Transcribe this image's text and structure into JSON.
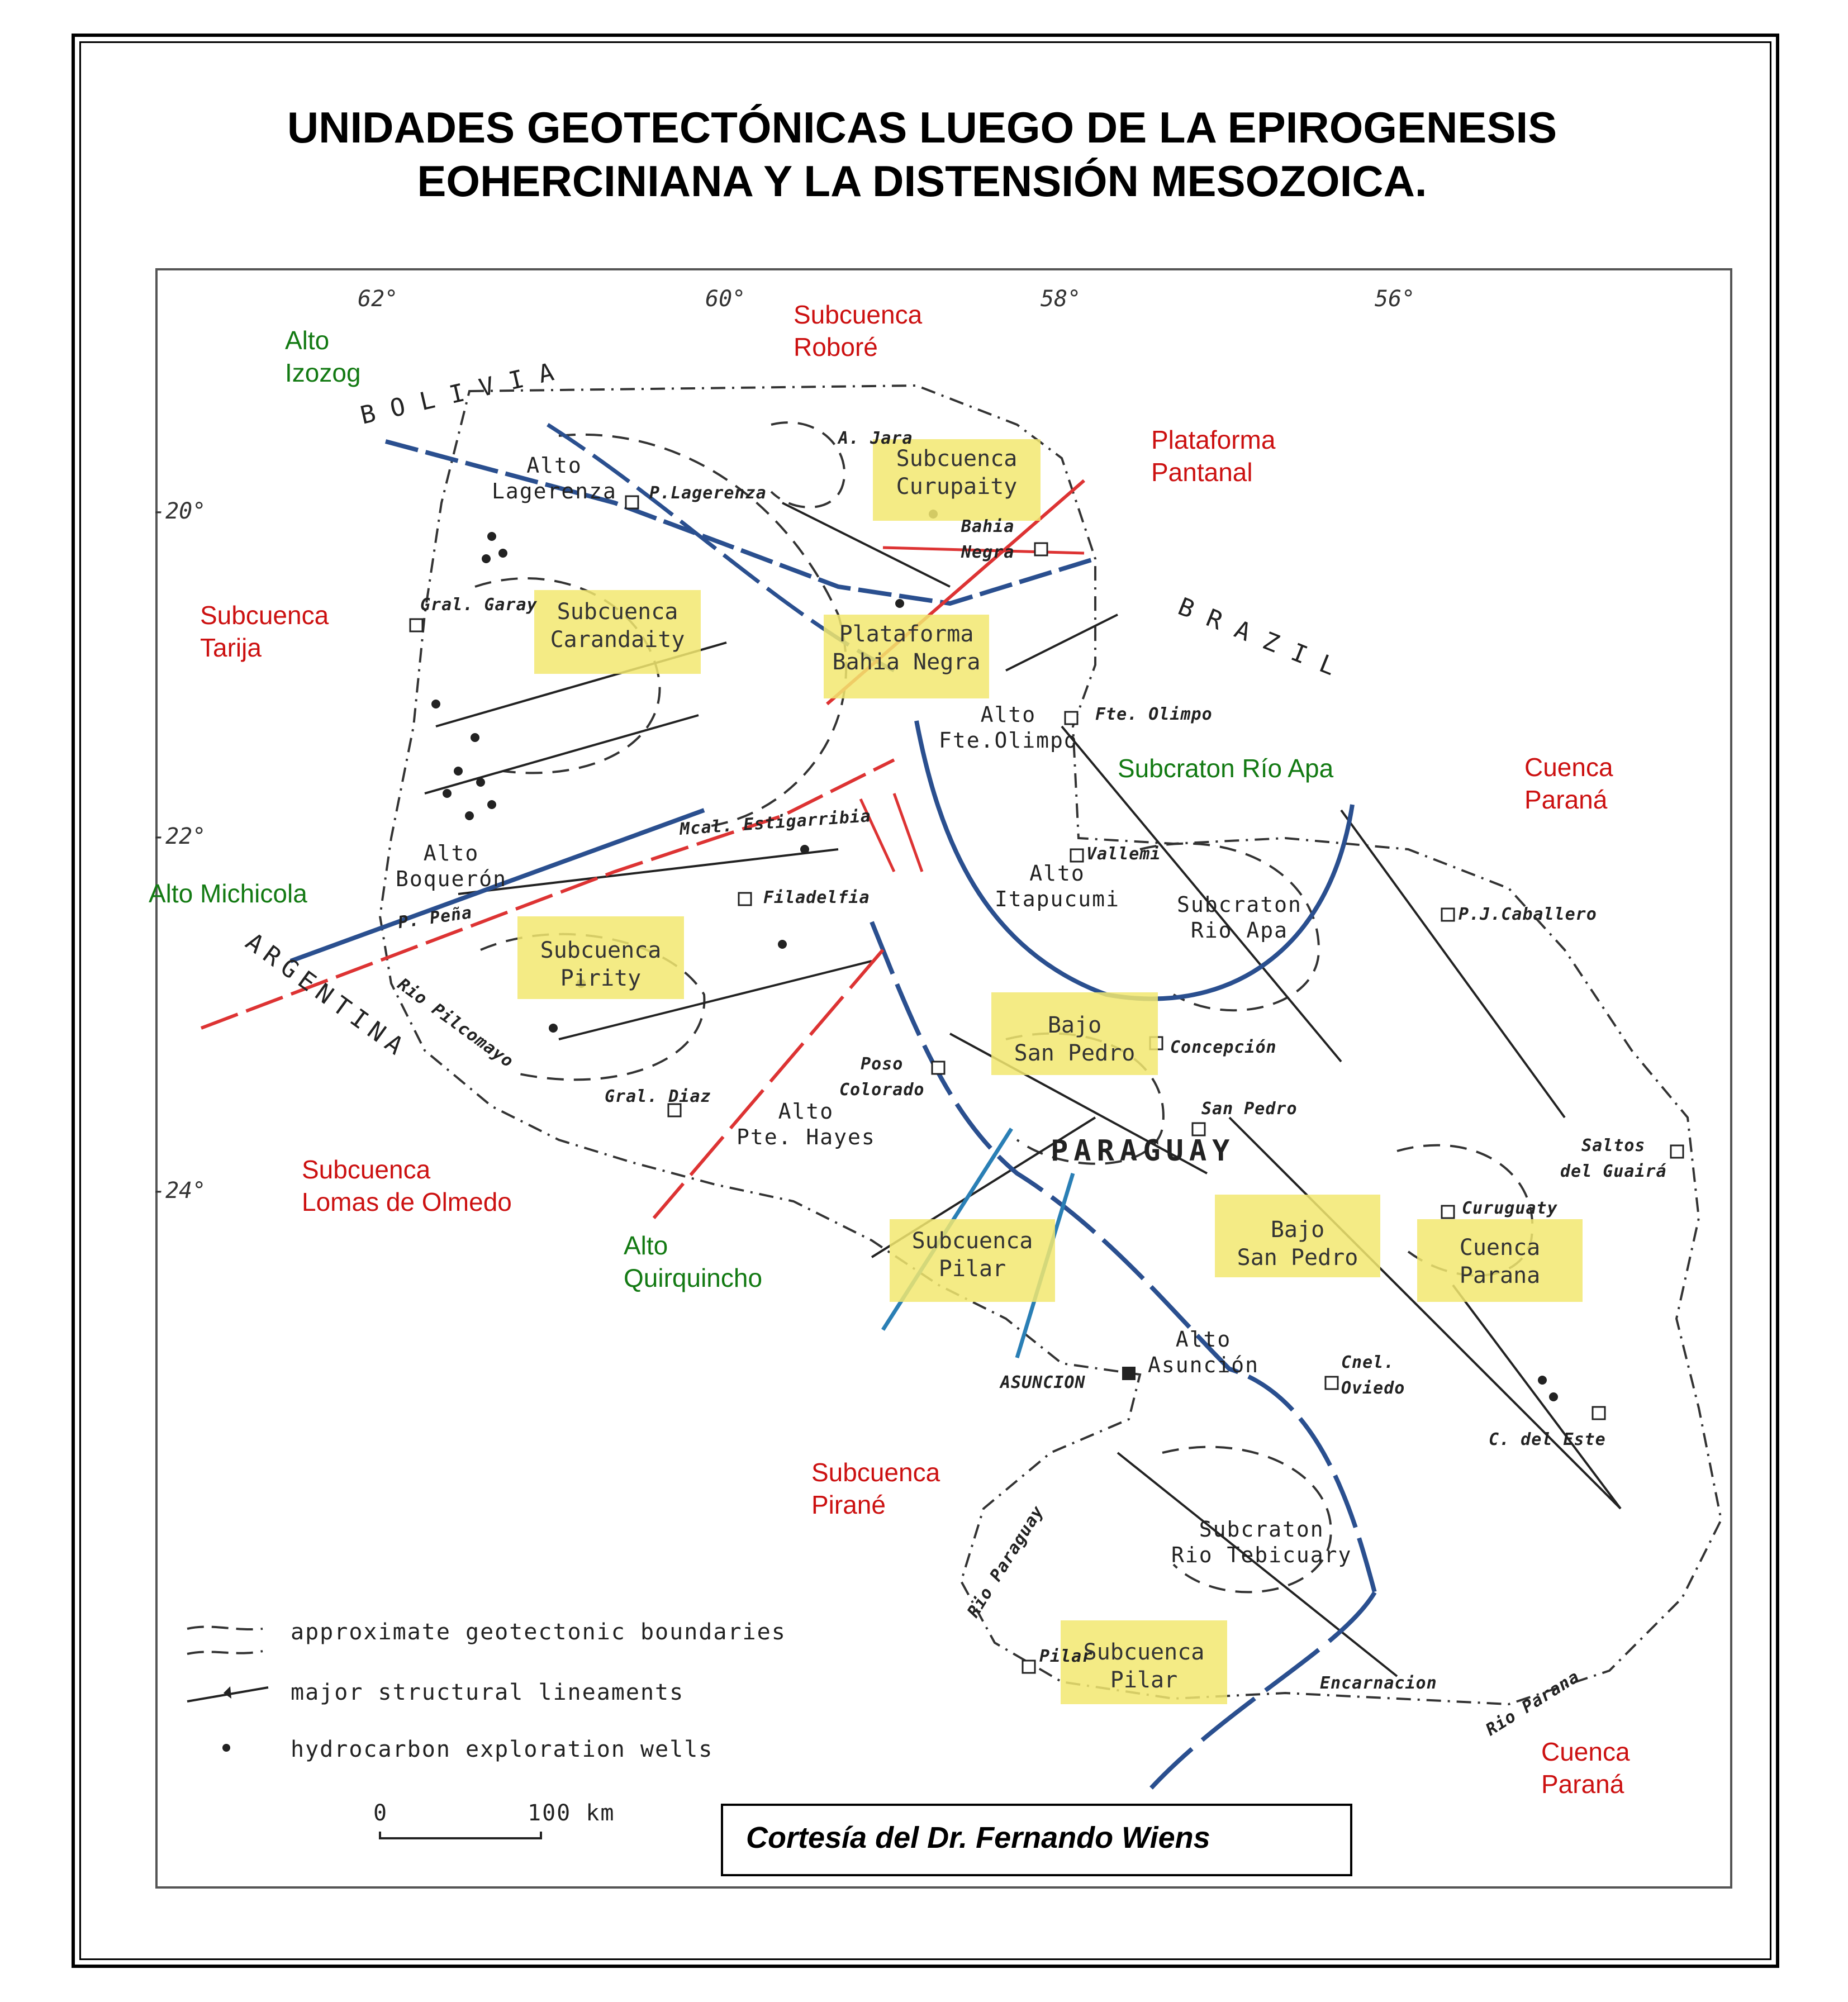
{
  "title": {
    "line1": "UNIDADES GEOTECTÓNICAS LUEGO DE LA EPIROGENESIS",
    "line2": "EOHERCINIANA Y LA DISTENSIÓN MESOZOICA."
  },
  "regions_red": {
    "roborê": "Subcuenca\nRoboré",
    "pantanal": "Plataforma\nPantanal",
    "tarija": "Subcuenca\nTarija",
    "parana1": "Cuenca\nParaná",
    "lomas": "Subcuenca\nLomas de Olmedo",
    "pirane": "Subcuenca\nPirané",
    "parana2": "Cuenca\nParaná"
  },
  "regions_green": {
    "izozog": "Alto\nIzozog",
    "rioapa": "Subcraton Río Apa",
    "michicola": "Alto Michicola",
    "quirquincho": "Alto\nQuirquincho"
  },
  "highlighted_units": {
    "curupaity": "Subcuenca\nCurupaity",
    "carandaity": "Subcuenca\nCarandaity",
    "bahia_negra": "Plataforma\nBahia Negra",
    "pirity": "Subcuenca\nPirity",
    "bajo_sp1": "Bajo\nSan Pedro",
    "pilar1": "Subcuenca\nPilar",
    "bajo_sp2": "Bajo\nSan Pedro",
    "parana": "Cuenca\nParana",
    "pilar2": "Subcuenca\nPilar"
  },
  "map_labels": {
    "alto_lagerenza": "Alto\nLagerenza",
    "p_lagerenza": "P.Lagerenza",
    "a_jara": "A. Jara",
    "bahia_negra": "Bahia\nNegra",
    "gral_garay": "Gral. Garay",
    "alto_fte_olimpo": "Alto\nFte.Olimpo",
    "fte_olimpo": "Fte. Olimpo",
    "alto_boqueron": "Alto\nBoquerón",
    "mcal_estigarribia": "Mcal. Estigarribia",
    "filadelfia": "Filadelfia",
    "p_pena": "P. Peña",
    "vallemi": "Vallemi",
    "alto_itapucumi": "Alto\nItapucumi",
    "subcraton_rio_apa": "Subcraton\nRio Apa",
    "pj_caballero": "P.J.Caballero",
    "concepcion": "Concepción",
    "poso_colorado": "Poso\nColorado",
    "gral_diaz": "Gral. Diaz",
    "alto_pte_hayes": "Alto\nPte. Hayes",
    "san_pedro": "San Pedro",
    "saltos_guaira": "Saltos\ndel Guairá",
    "curuguaty": "Curuguaty",
    "alto_asuncion": "Alto\nAsunción",
    "asuncion": "ASUNCION",
    "cnel_oviedo": "Cnel.\nOviedo",
    "c_del_este": "C. del Este",
    "subcraton_tebicuary": "Subcraton\nRio Tebicuary",
    "pilar": "Pilar",
    "encarnacion": "Encarnacion",
    "rio_paraguay": "Rio Paraguay",
    "rio_parana": "Rio Parana",
    "rio_pilcomayo": "Rio Pilcomayo",
    "paraguay": "PARAGUAY",
    "bolivia": "BOLIVIA",
    "brazil": "BRAZIL",
    "argentina": "ARGENTINA"
  },
  "coords": {
    "lon62": "62°",
    "lon60": "60°",
    "lon58": "58°",
    "lon56": "56°",
    "lat20": "-20°",
    "lat22": "-22°",
    "lat24": "-24°"
  },
  "legend": {
    "boundaries": "approximate geotectonic boundaries",
    "lineaments": "major structural lineaments",
    "wells": "hydrocarbon exploration wells",
    "scale_0": "0",
    "scale_100": "100 km"
  },
  "credit": "Cortesía del Dr.  Fernando Wiens",
  "colors": {
    "red_text": "#cc1111",
    "green_text": "#137a13",
    "highlight": "#f2e870",
    "blue_line": "#2a4f8f",
    "red_line": "#dd3333"
  }
}
